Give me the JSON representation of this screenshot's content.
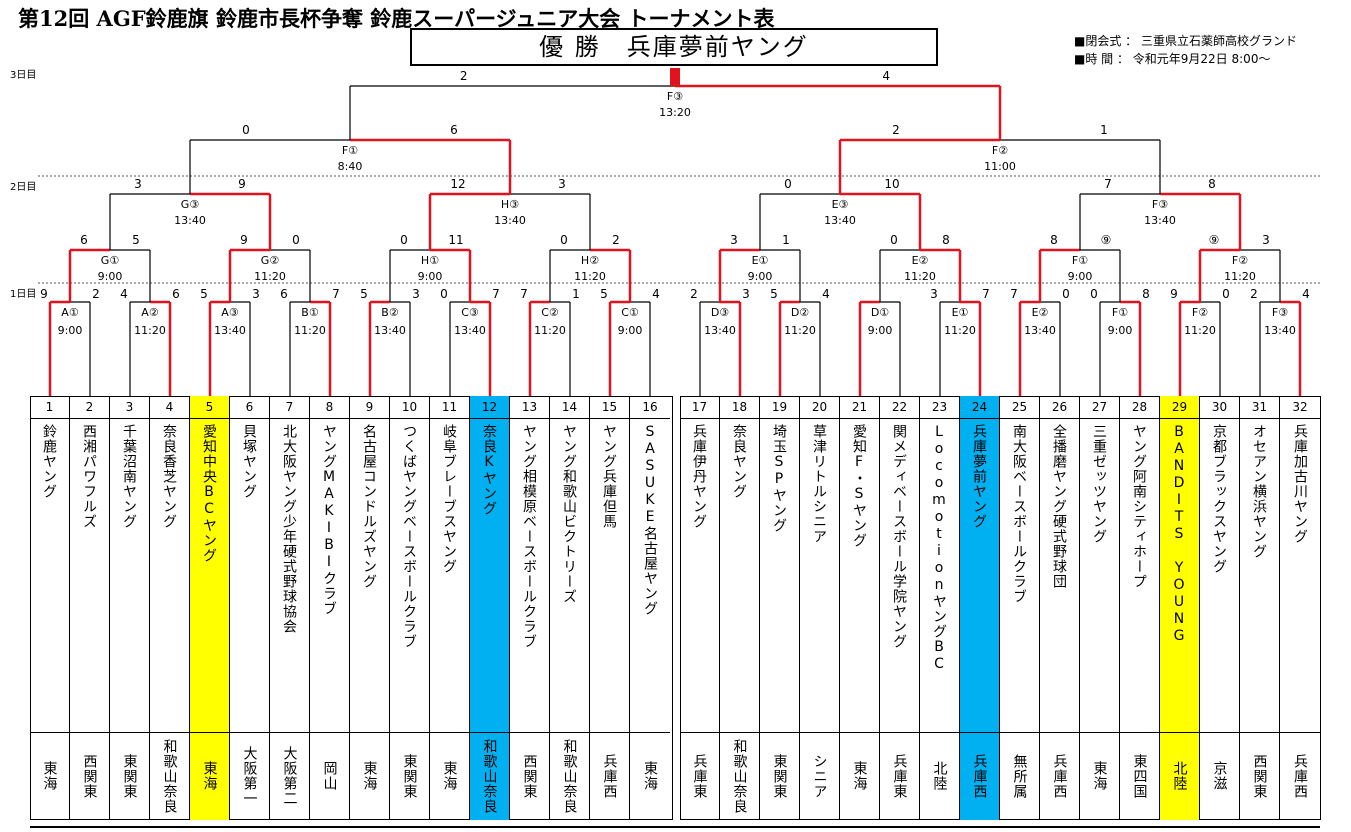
{
  "title": "第12回 AGF鈴鹿旗 鈴鹿市長杯争奪 鈴鹿スーパージュニア大会 トーナメント表",
  "winner": "優 勝　兵庫夢前ヤング",
  "info": {
    "ceremony": "■閉会式 ： 三重県立石薬師高校グランド",
    "time": "■時 間 ： 令和元年9月22日 8:00～"
  },
  "day_labels": [
    "3日目",
    "2日目",
    "1日目"
  ],
  "colors": {
    "win_line": "#e0141e",
    "lose_line": "#000000",
    "yellow": "#ffff00",
    "blue": "#00b0f0"
  },
  "teams": [
    {
      "no": "1",
      "name": "鈴鹿ヤング",
      "region": "東海",
      "hl": ""
    },
    {
      "no": "2",
      "name": "西湘パワフルズ",
      "region": "西関東",
      "hl": ""
    },
    {
      "no": "3",
      "name": "千葉沼南ヤング",
      "region": "東関東",
      "hl": ""
    },
    {
      "no": "4",
      "name": "奈良香芝ヤング",
      "region": "和歌山奈良",
      "hl": ""
    },
    {
      "no": "5",
      "name": "愛知中央BCヤング",
      "region": "東海",
      "hl": "yellow"
    },
    {
      "no": "6",
      "name": "貝塚ヤング",
      "region": "大阪第一",
      "hl": ""
    },
    {
      "no": "7",
      "name": "北大阪ヤング少年硬式野球協会",
      "region": "大阪第二",
      "hl": ""
    },
    {
      "no": "8",
      "name": "ヤングMAKIBIクラブ",
      "region": "岡山",
      "hl": ""
    },
    {
      "no": "9",
      "name": "名古屋コンドルズヤング",
      "region": "東海",
      "hl": ""
    },
    {
      "no": "10",
      "name": "つくばヤングベースボールクラブ",
      "region": "東関東",
      "hl": ""
    },
    {
      "no": "11",
      "name": "岐阜ブレーブスヤング",
      "region": "東海",
      "hl": ""
    },
    {
      "no": "12",
      "name": "奈良Kヤング",
      "region": "和歌山奈良",
      "hl": "blue"
    },
    {
      "no": "13",
      "name": "ヤング相模原ベースボールクラブ",
      "region": "西関東",
      "hl": ""
    },
    {
      "no": "14",
      "name": "ヤング和歌山ビクトリーズ",
      "region": "和歌山奈良",
      "hl": ""
    },
    {
      "no": "15",
      "name": "ヤング兵庫但馬",
      "region": "兵庫西",
      "hl": ""
    },
    {
      "no": "16",
      "name": "SASUKE名古屋ヤング",
      "region": "東海",
      "hl": ""
    },
    {
      "no": "17",
      "name": "兵庫伊丹ヤング",
      "region": "兵庫東",
      "hl": ""
    },
    {
      "no": "18",
      "name": "奈良ヤング",
      "region": "和歌山奈良",
      "hl": ""
    },
    {
      "no": "19",
      "name": "埼玉SPヤング",
      "region": "東関東",
      "hl": ""
    },
    {
      "no": "20",
      "name": "草津リトルシニア",
      "region": "シニア",
      "hl": ""
    },
    {
      "no": "21",
      "name": "愛知F・Sヤング",
      "region": "東海",
      "hl": ""
    },
    {
      "no": "22",
      "name": "関メディベースボール学院ヤング",
      "region": "兵庫東",
      "hl": ""
    },
    {
      "no": "23",
      "name": "LocomotionヤングBC",
      "region": "北陸",
      "hl": ""
    },
    {
      "no": "24",
      "name": "兵庫夢前ヤング",
      "region": "兵庫西",
      "hl": "blue"
    },
    {
      "no": "25",
      "name": "南大阪ベースボールクラブ",
      "region": "無所属",
      "hl": ""
    },
    {
      "no": "26",
      "name": "全播磨ヤング硬式野球団",
      "region": "兵庫西",
      "hl": ""
    },
    {
      "no": "27",
      "name": "三重ゼッツヤング",
      "region": "東海",
      "hl": ""
    },
    {
      "no": "28",
      "name": "ヤング阿南シティホープ",
      "region": "東四国",
      "hl": ""
    },
    {
      "no": "29",
      "name": "BANDITS YOUNG",
      "region": "北陸",
      "hl": "yellow"
    },
    {
      "no": "30",
      "name": "京都ブラックスヤング",
      "region": "京滋",
      "hl": ""
    },
    {
      "no": "31",
      "name": "オセアン横浜ヤング",
      "region": "西関東",
      "hl": ""
    },
    {
      "no": "32",
      "name": "兵庫加古川ヤング",
      "region": "兵庫西",
      "hl": ""
    }
  ],
  "matches": [
    {
      "label": "A①",
      "time": "9:00",
      "sL": "9",
      "sR": "2",
      "w": "L"
    },
    {
      "label": "A②",
      "time": "11:20",
      "sL": "4",
      "sR": "6",
      "w": "R"
    },
    {
      "label": "A③",
      "time": "13:40",
      "sL": "5",
      "sR": "3",
      "w": "L"
    },
    {
      "label": "B①",
      "time": "11:20",
      "sL": "6",
      "sR": "7",
      "w": "R"
    },
    {
      "label": "B②",
      "time": "13:40",
      "sL": "5",
      "sR": "3",
      "w": "L"
    },
    {
      "label": "C③",
      "time": "13:40",
      "sL": "0",
      "sR": "7",
      "w": "R"
    },
    {
      "label": "C②",
      "time": "11:20",
      "sL": "7",
      "sR": "1",
      "w": "L"
    },
    {
      "label": "C①",
      "time": "9:00",
      "sL": "5",
      "sR": "4",
      "w": "L"
    },
    {
      "label": "D③",
      "time": "13:40",
      "sL": "2",
      "sR": "3",
      "w": "R"
    },
    {
      "label": "D②",
      "time": "11:20",
      "sL": "5",
      "sR": "4",
      "w": "L"
    },
    {
      "label": "D①",
      "time": "9:00",
      "sL": "",
      "sR": "",
      "w": "L"
    },
    {
      "label": "E①",
      "time": "11:20",
      "sL": "3",
      "sR": "7",
      "w": "R"
    },
    {
      "label": "E②",
      "time": "13:40",
      "sL": "7",
      "sR": "0",
      "w": "L"
    },
    {
      "label": "F①",
      "time": "9:00",
      "sL": "0",
      "sR": "8",
      "w": "R"
    },
    {
      "label": "F②",
      "time": "11:20",
      "sL": "9",
      "sR": "0",
      "w": "L"
    },
    {
      "label": "F③",
      "time": "13:40",
      "sL": "2",
      "sR": "4",
      "w": "R"
    },
    {
      "label": "G①",
      "time": "9:00",
      "sL": "6",
      "sR": "5",
      "w": "L"
    },
    {
      "label": "G②",
      "time": "11:20",
      "sL": "9",
      "sR": "0",
      "w": "L"
    },
    {
      "label": "H①",
      "time": "9:00",
      "sL": "0",
      "sR": "11",
      "w": "R"
    },
    {
      "label": "H②",
      "time": "11:20",
      "sL": "0",
      "sR": "2",
      "w": "R"
    },
    {
      "label": "E①",
      "time": "9:00",
      "sL": "3",
      "sR": "1",
      "w": "L"
    },
    {
      "label": "E②",
      "time": "11:20",
      "sL": "0",
      "sR": "8",
      "w": "R"
    },
    {
      "label": "F①",
      "time": "9:00",
      "sL": "8",
      "sR": "⑨",
      "w": "L"
    },
    {
      "label": "F②",
      "time": "11:20",
      "sL": "⑨",
      "sR": "3",
      "w": "L"
    },
    {
      "label": "G③",
      "time": "13:40",
      "sL": "3",
      "sR": "9",
      "w": "R"
    },
    {
      "label": "H③",
      "time": "13:40",
      "sL": "12",
      "sR": "3",
      "w": "L"
    },
    {
      "label": "E③",
      "time": "13:40",
      "sL": "0",
      "sR": "10",
      "w": "R"
    },
    {
      "label": "F③",
      "time": "13:40",
      "sL": "7",
      "sR": "8",
      "w": "R"
    },
    {
      "label": "F①",
      "time": "8:40",
      "sL": "0",
      "sR": "6",
      "w": "R"
    },
    {
      "label": "F②",
      "time": "11:00",
      "sL": "2",
      "sR": "1",
      "w": "L"
    },
    {
      "label": "F③",
      "time": "13:20",
      "sL": "2",
      "sR": "4",
      "w": "R"
    }
  ]
}
